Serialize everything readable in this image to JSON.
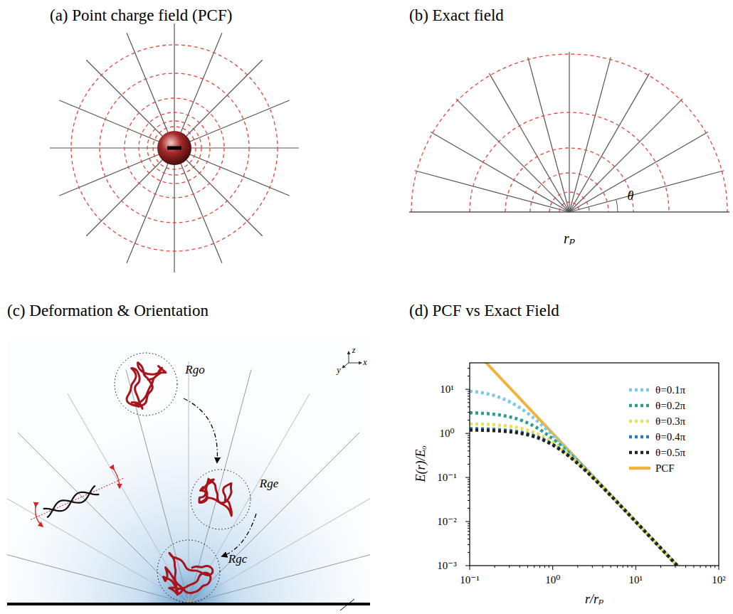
{
  "diagram": {
    "labels": [
      "(a) Point charge field (PCF)",
      "(b) Exact field",
      "θ",
      "rₚ",
      "(c) Deformation & Orientation",
      "Rgo",
      "Rge",
      "Rgc",
      "z",
      "x",
      "y",
      "(d) PCF vs Exact Field",
      "10⁻¹",
      "10⁰",
      "10¹",
      "10²",
      "10⁻³",
      "10⁻²",
      "10⁻¹",
      "10⁰",
      "10¹",
      "r/rₚ",
      "E(r)/Eₒ"
    ],
    "legend": [
      {
        "text": "θ=0.1π"
      },
      {
        "text": "θ=0.2π"
      },
      {
        "text": "θ=0.3π"
      },
      {
        "text": "θ=0.4π"
      },
      {
        "text": "θ=0.5π"
      },
      {
        "text": "PCF"
      }
    ]
  }
}
